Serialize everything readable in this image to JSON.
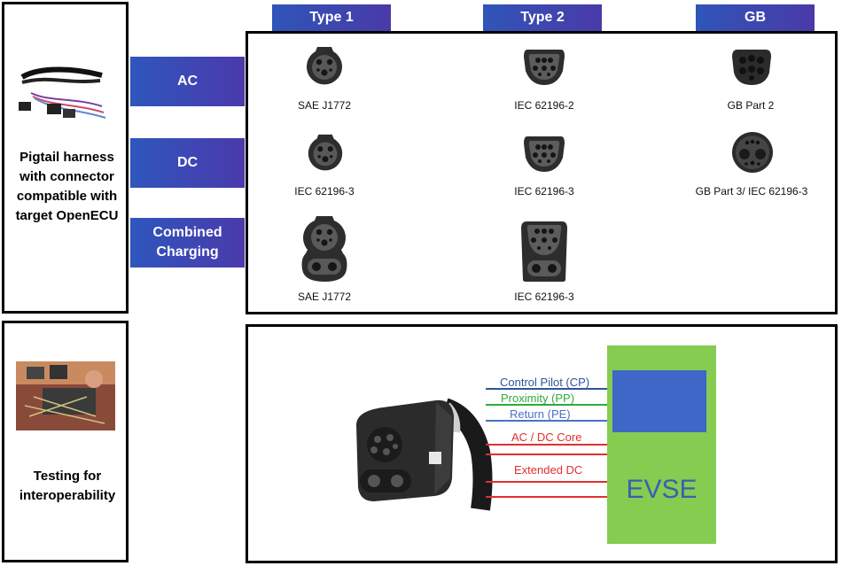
{
  "column_headers": [
    "Type 1",
    "Type 2",
    "GB"
  ],
  "row_labels": [
    "AC",
    "DC",
    "Combined Charging"
  ],
  "connectors": {
    "ac": [
      "SAE J1772",
      "IEC 62196-2",
      "GB Part 2"
    ],
    "dc": [
      "IEC 62196-3",
      "IEC 62196-3",
      "GB Part 3/ IEC 62196-3"
    ],
    "combined": [
      "SAE J1772",
      "IEC 62196-3"
    ]
  },
  "left_panel": {
    "harness_text": "Pigtail harness with connector compatible with target OpenECU",
    "testing_text": "Testing  for interoperability"
  },
  "wiring": {
    "signals": [
      {
        "label": "Control Pilot (CP)",
        "color": "#2f5597"
      },
      {
        "label": "Proximity (PP)",
        "color": "#2eaa3c"
      },
      {
        "label": "Return (PE)",
        "color": "#4a72c4"
      },
      {
        "label": "AC / DC Core",
        "color": "#e03030"
      },
      {
        "label": "Extended DC",
        "color": "#e03030"
      }
    ],
    "evse_label": "EVSE"
  },
  "colors": {
    "header_blue": "#2f55b8",
    "evse_green": "#86cc50",
    "evse_screen": "#3f67c8",
    "evse_text": "#3561b0"
  }
}
